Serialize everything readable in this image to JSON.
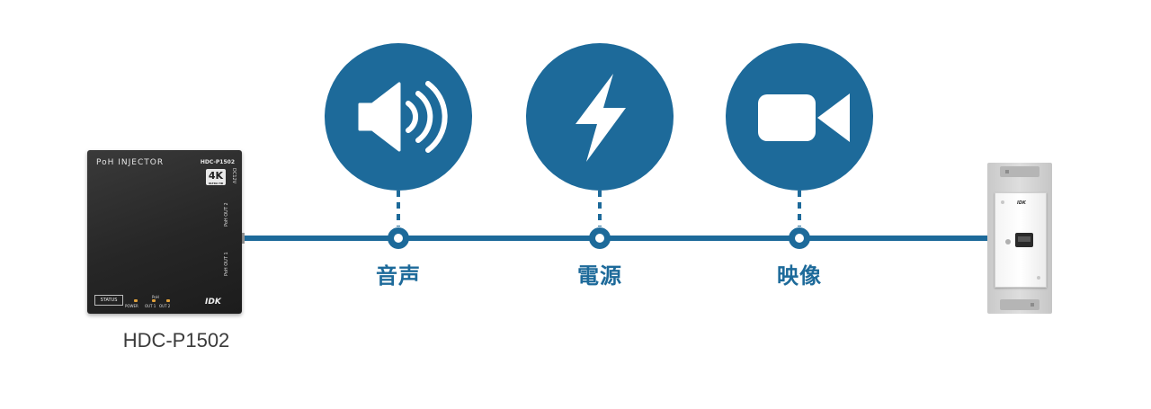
{
  "colors": {
    "accent": "#1d6a9a",
    "line": "#1d6a9a",
    "icon_fill": "#ffffff"
  },
  "signals": [
    {
      "label": "音声",
      "icon": "speaker-icon"
    },
    {
      "label": "電源",
      "icon": "lightning-icon"
    },
    {
      "label": "映像",
      "icon": "video-camera-icon"
    }
  ],
  "source_device": {
    "caption": "HDC-P1502",
    "panel_title": "PoH INJECTOR",
    "panel_model": "HDC-P1502",
    "badge_4k": "4K",
    "badge_sub": "ULTRA HD",
    "dc_label": "DC12V",
    "port_1": "PoH OUT 1",
    "port_2": "PoH OUT 2",
    "status_label": "STATUS",
    "led_power": "POWER",
    "led_out1": "OUT 1",
    "led_out2": "OUT 2",
    "led_group": "PoH",
    "brand": "IDK"
  },
  "sink_device": {
    "brand": "IDK",
    "icon": "hdmi-port-icon"
  }
}
